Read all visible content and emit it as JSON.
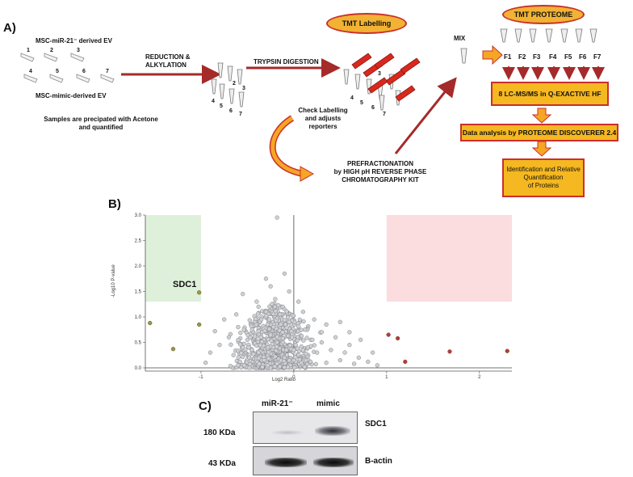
{
  "panel_a": {
    "label": "A)",
    "ev_mir21": "MSC-miR-21⁻ derived EV",
    "ev_mimic": "MSC-mimic-derived EV",
    "precip_line1": "Samples are precipated with Acetone",
    "precip_line2": "and quantified",
    "reduction_line1": "REDUCTION &",
    "reduction_line2": "ALKYLATION",
    "trypsin": "TRYPSIN DIGESTION",
    "tmt_labelling": "TMT  Labelling",
    "mix": "MIX",
    "check_line1": "Check Labelling",
    "check_line2": "and adjusts",
    "check_line3": "reporters",
    "prefrac_line1": "PREFRACTIONATION",
    "prefrac_line2": "by HIGH pH REVERSE PHASE",
    "prefrac_line3": "CHROMATOGRAPHY KIT",
    "tmt_proteome": "TMT PROTEOME",
    "fractions": [
      "F1",
      "F2",
      "F3",
      "F4",
      "F5",
      "F6",
      "F7"
    ],
    "lcms": "8 LC-MS/MS in Q-EXACTIVE HF",
    "data_analysis": "Data analysis by PROTEOME DISCOVERER 2.4",
    "ident_line1": "Identification and Relative",
    "ident_line2": "Quantification",
    "ident_line3": "of Proteins",
    "tube_numbers": [
      "1",
      "2",
      "3",
      "4",
      "5",
      "6",
      "7"
    ],
    "colors": {
      "accent_red": "#a52a2a",
      "box_yellow": "#f5b820",
      "box_border": "#c9302c",
      "arrow_orange": "#f5a623"
    }
  },
  "panel_b": {
    "label": "B)",
    "annotation": "SDC1"
  },
  "chart_data": {
    "type": "scatter",
    "title": "",
    "xlabel": "Log2 Ratio",
    "ylabel": "-Log10 P-value",
    "xlim": [
      -1.6,
      2.35
    ],
    "ylim": [
      0,
      3.0
    ],
    "xticks": [
      "-1",
      "0",
      "1",
      "2"
    ],
    "yticks": [
      "0.0",
      "0.5",
      "1.0",
      "1.5",
      "2.0",
      "2.5",
      "3.0"
    ],
    "thresholds": {
      "log2_ratio": [
        -1,
        1
      ],
      "neg_log10_p": 1.3
    },
    "highlight_regions": [
      {
        "name": "down",
        "color": "#dff0da"
      },
      {
        "name": "up",
        "color": "#fbdcdf"
      }
    ],
    "series": [
      {
        "color": "#9aa0a6",
        "points": [
          [
            -0.18,
            2.95
          ],
          [
            -0.3,
            1.75
          ],
          [
            -0.55,
            1.45
          ],
          [
            -0.25,
            1.6
          ],
          [
            -0.1,
            1.85
          ],
          [
            -0.4,
            1.3
          ],
          [
            -0.2,
            1.35
          ],
          [
            -0.05,
            1.5
          ],
          [
            0.05,
            1.3
          ],
          [
            0.1,
            1.1
          ],
          [
            0.22,
            0.95
          ],
          [
            0.35,
            0.85
          ],
          [
            0.5,
            0.9
          ],
          [
            0.6,
            0.7
          ],
          [
            0.72,
            0.55
          ],
          [
            0.45,
            0.6
          ],
          [
            0.3,
            0.5
          ],
          [
            0.15,
            0.4
          ],
          [
            0.25,
            0.3
          ],
          [
            0.4,
            0.35
          ],
          [
            0.55,
            0.3
          ],
          [
            0.7,
            0.2
          ],
          [
            0.8,
            0.12
          ],
          [
            0.9,
            0.05
          ],
          [
            0.65,
            0.08
          ],
          [
            -0.75,
            0.95
          ],
          [
            -0.6,
            0.8
          ],
          [
            -0.7,
            0.6
          ],
          [
            -0.8,
            0.45
          ],
          [
            -0.9,
            0.3
          ],
          [
            -0.65,
            0.25
          ],
          [
            -0.5,
            0.55
          ],
          [
            -0.45,
            0.75
          ],
          [
            -0.35,
            0.95
          ],
          [
            -0.3,
            1.1
          ],
          [
            -0.15,
            1.05
          ],
          [
            -0.22,
            0.8
          ],
          [
            -0.12,
            0.7
          ],
          [
            -0.02,
            0.6
          ],
          [
            0.02,
            0.45
          ],
          [
            -0.08,
            0.35
          ],
          [
            -0.18,
            0.5
          ],
          [
            -0.28,
            0.4
          ],
          [
            -0.38,
            0.3
          ],
          [
            -0.48,
            0.2
          ],
          [
            -0.58,
            0.12
          ],
          [
            -0.32,
            0.15
          ],
          [
            -0.2,
            0.22
          ],
          [
            -0.1,
            0.2
          ],
          [
            0.0,
            0.15
          ],
          [
            0.08,
            0.1
          ],
          [
            0.18,
            0.12
          ],
          [
            -0.42,
            0.62
          ],
          [
            -0.25,
            0.65
          ],
          [
            -0.05,
            0.9
          ],
          [
            0.12,
            0.75
          ],
          [
            0.2,
            0.55
          ],
          [
            -0.55,
            0.4
          ],
          [
            -0.85,
            0.72
          ],
          [
            -0.95,
            0.1
          ],
          [
            0.5,
            0.15
          ],
          [
            0.35,
            0.1
          ],
          [
            -0.28,
            0.05
          ],
          [
            -0.15,
            0.03
          ],
          [
            0.3,
            0.7
          ],
          [
            -0.62,
            1.05
          ],
          [
            -0.38,
            1.2
          ],
          [
            -0.12,
            1.2
          ],
          [
            0.85,
            0.3
          ],
          [
            0.6,
            0.45
          ]
        ]
      },
      {
        "color": "#9c9a3a",
        "points": [
          [
            -1.55,
            0.88
          ],
          [
            -1.3,
            0.37
          ],
          [
            -1.02,
            0.85
          ],
          [
            -1.02,
            1.48
          ]
        ]
      },
      {
        "color": "#c0392b",
        "points": [
          [
            1.02,
            0.65
          ],
          [
            1.12,
            0.58
          ],
          [
            1.2,
            0.12
          ],
          [
            1.68,
            0.32
          ],
          [
            2.3,
            0.33
          ]
        ]
      }
    ]
  },
  "panel_c": {
    "label": "C)",
    "lane1": "miR-21⁻",
    "lane2": "mimic",
    "mw1": "180 KDa",
    "mw2": "43 KDa",
    "protein1": "SDC1",
    "protein2": "B-actin"
  }
}
